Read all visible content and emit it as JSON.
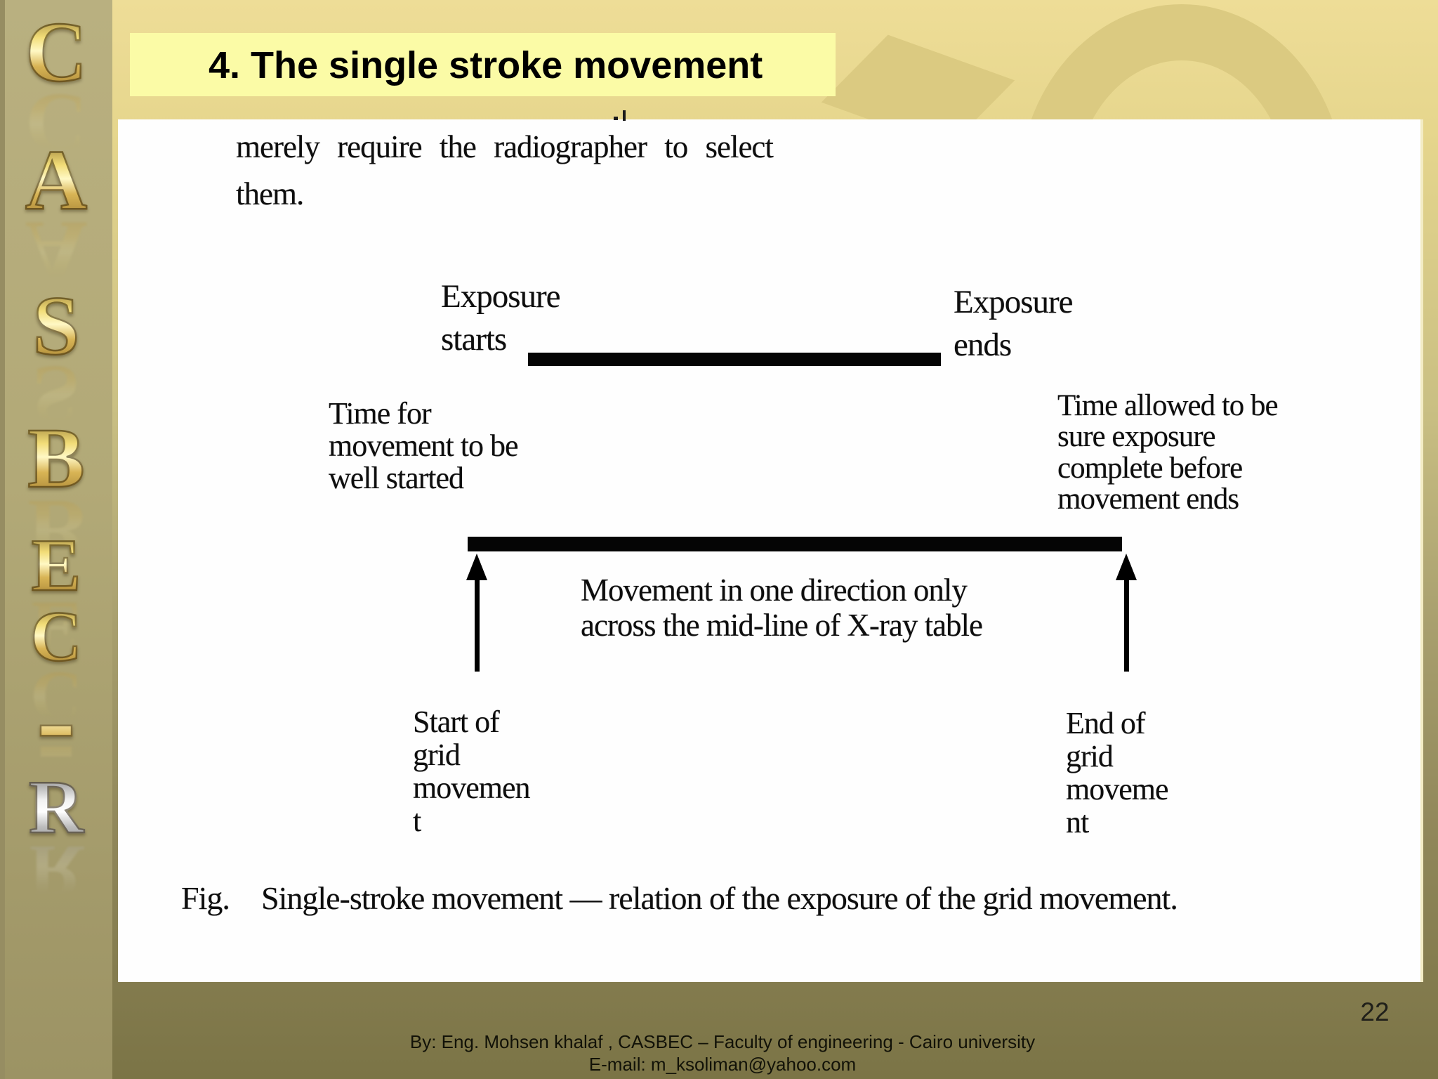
{
  "slide": {
    "title": "4. The single stroke movement",
    "page_number": "22",
    "footer": {
      "by_line": "By: Eng. Mohsen khalaf , CASBEC – Faculty of engineering - Cairo university",
      "email_line": "E-mail: m_ksoliman@yahoo.com"
    }
  },
  "sidebar": {
    "letters": [
      "C",
      "A",
      "S",
      "B",
      "E",
      "C",
      "-",
      "R"
    ]
  },
  "content": {
    "paragraph": {
      "line1": "merely require the radiographer to select",
      "line2": "them."
    },
    "diagram": {
      "exposure_starts": {
        "line1": "Exposure",
        "line2": "starts"
      },
      "exposure_ends": {
        "line1": "Exposure",
        "line2": "ends"
      },
      "time_for_movement": {
        "line1": "Time for",
        "line2": "movement to be",
        "line3": "well started"
      },
      "time_allowed": {
        "line1": "Time allowed to be",
        "line2": "sure exposure",
        "line3": "complete before",
        "line4": "movement ends"
      },
      "movement_direction": {
        "line1": "Movement in one direction only",
        "line2": "across the mid-line of X-ray table"
      },
      "grid_start": {
        "line1": "Start of",
        "line2": "grid",
        "line3": "movemen",
        "line4": "t"
      },
      "grid_end": {
        "line1": "End of",
        "line2": "grid",
        "line3": "moveme",
        "line4": "nt"
      }
    },
    "caption": {
      "prefix": "Fig.",
      "text": "Single-stroke movement — relation of the exposure of the grid movement."
    }
  },
  "colors": {
    "title_bar_bg": "#fbfba6",
    "background_top": "#eedd97",
    "background_bottom": "#7b7446",
    "sidebar_bg": "#b2a977",
    "gold_letter": "#d9b84a",
    "diagram_bar": "#050505"
  }
}
